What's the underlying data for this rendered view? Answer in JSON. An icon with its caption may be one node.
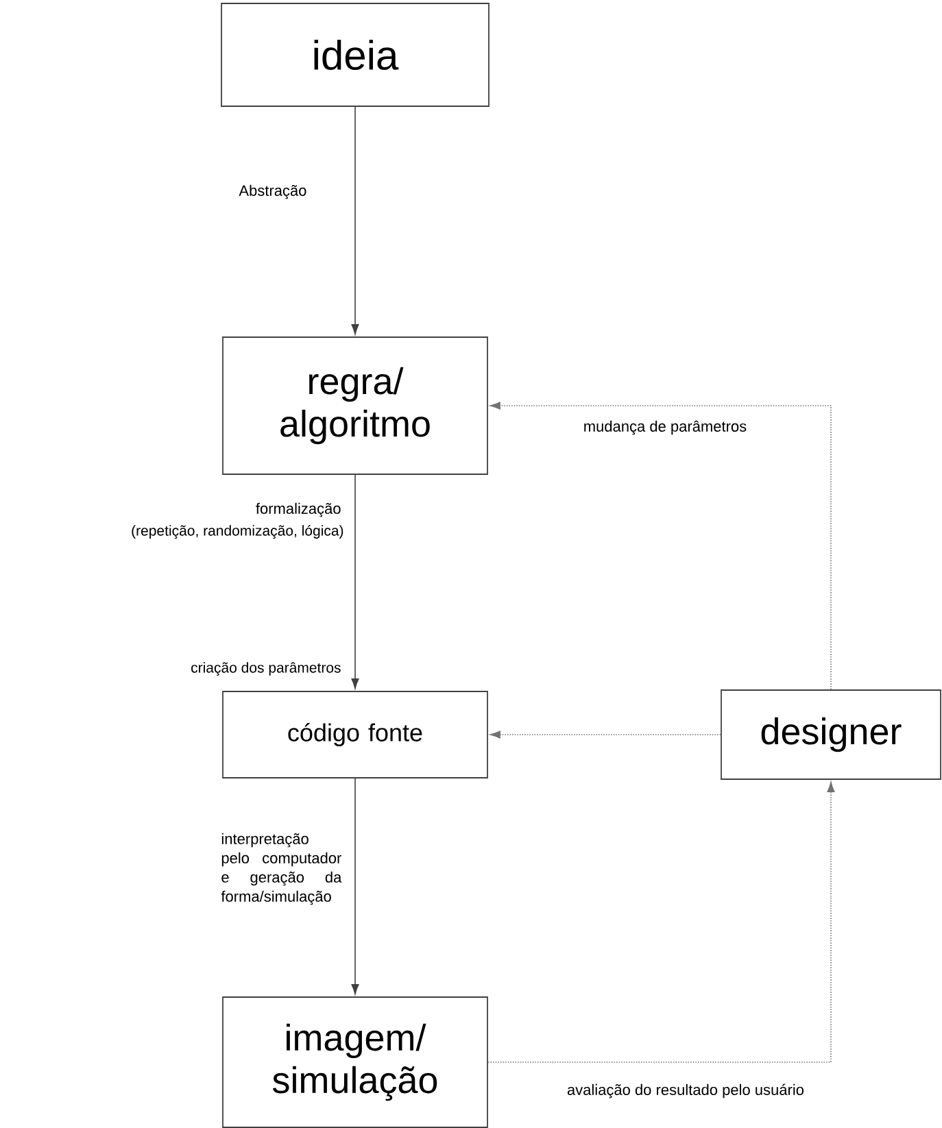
{
  "diagram": {
    "nodes": [
      {
        "text": [
          "ideia"
        ]
      },
      {
        "text": [
          "regra/ algoritmo"
        ]
      },
      {
        "text": [
          "código fonte"
        ]
      },
      {
        "text": [
          "designer"
        ]
      },
      {
        "text": [
          "imagem/ simulação"
        ]
      }
    ],
    "edges": [
      {
        "from": 0,
        "to": 1,
        "arrow": "to",
        "label": "Abstração"
      },
      {
        "from": 1,
        "to": 2,
        "arrow": "to",
        "label": "formalização"
      },
      {
        "from": 3,
        "to": 1,
        "arrow": "to",
        "style": "dashed",
        "label": "mudança de parâmetros"
      },
      {
        "from": 3,
        "to": 2,
        "arrow": "to",
        "style": "dashed"
      },
      {
        "from": 2,
        "to": 4,
        "arrow": "to",
        "label": "interpretação pelo computador e geração da forma/simulação"
      },
      {
        "from": 4,
        "to": 3,
        "arrow": "to",
        "style": "dashed",
        "label": "avaliação do resultado pelo usuário"
      }
    ],
    "labels": [
      "(repetição, randomização, lógica)",
      "criação dos parâmetros"
    ]
  }
}
